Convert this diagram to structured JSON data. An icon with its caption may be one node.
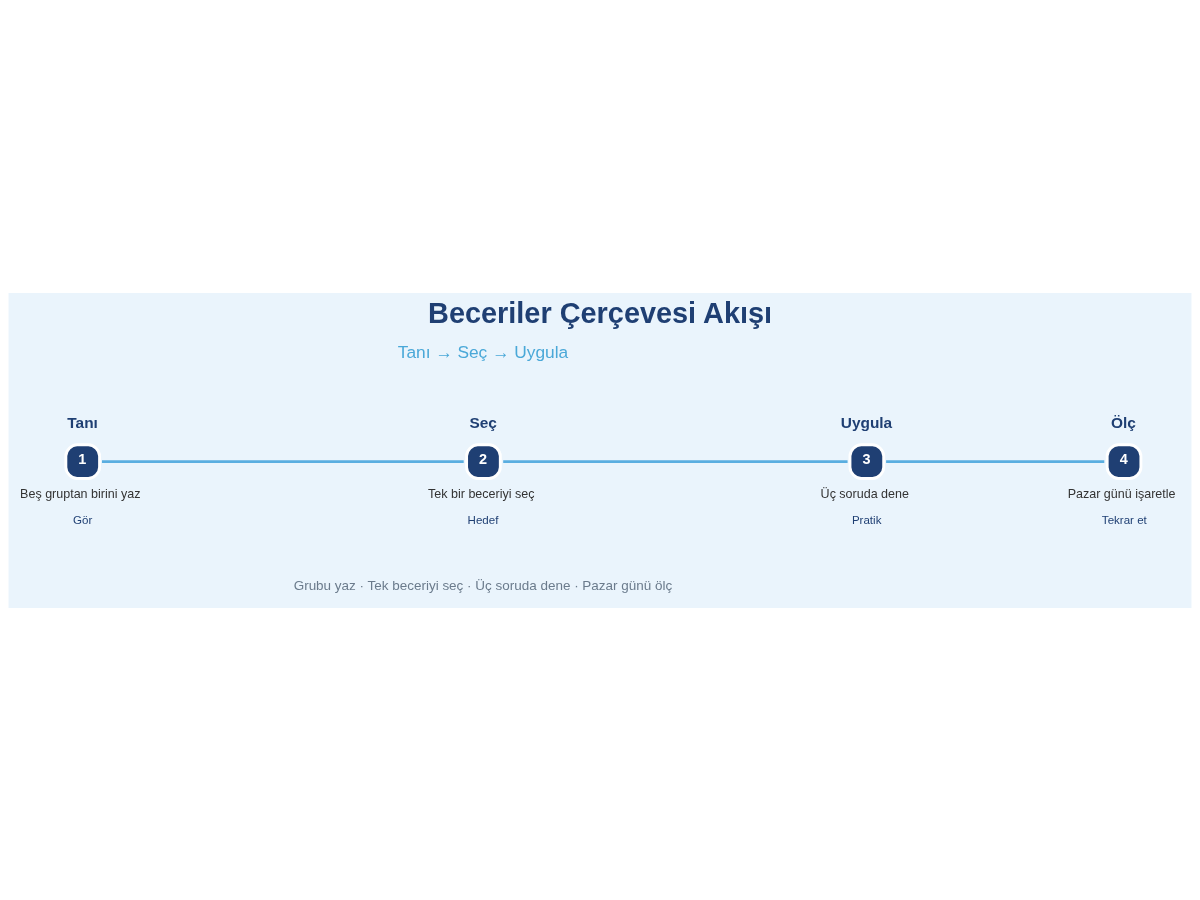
{
  "diagram": {
    "title": "Beceriler Çerçevesi Akışı",
    "nodes": [
      {
        "text": [
          "Tanı",
          "1"
        ],
        "beside": [
          "Beş gruptan birini yaz",
          "Gör"
        ]
      },
      {
        "text": [
          "Seç",
          "2"
        ],
        "beside": [
          "Tek bir beceriyi seç",
          "Hedef"
        ]
      },
      {
        "text": [
          "Uygula",
          "3"
        ],
        "beside": [
          "Üç soruda dene",
          "Pratik"
        ]
      },
      {
        "text": [
          "Ölç",
          "4"
        ],
        "beside": [
          "Pazar günü işaretle",
          "Tekrar et"
        ]
      }
    ],
    "edges": [
      {
        "from": 0,
        "to": 1,
        "arrow": "none"
      },
      {
        "from": 1,
        "to": 2,
        "arrow": "none"
      },
      {
        "from": 2,
        "to": 3,
        "arrow": "none"
      }
    ],
    "labels": [
      "Tanı → Seç → Uygula",
      "Grubu yaz · Tek beceriyi seç · Üç soruda dene · Pazar günü ölç"
    ]
  }
}
